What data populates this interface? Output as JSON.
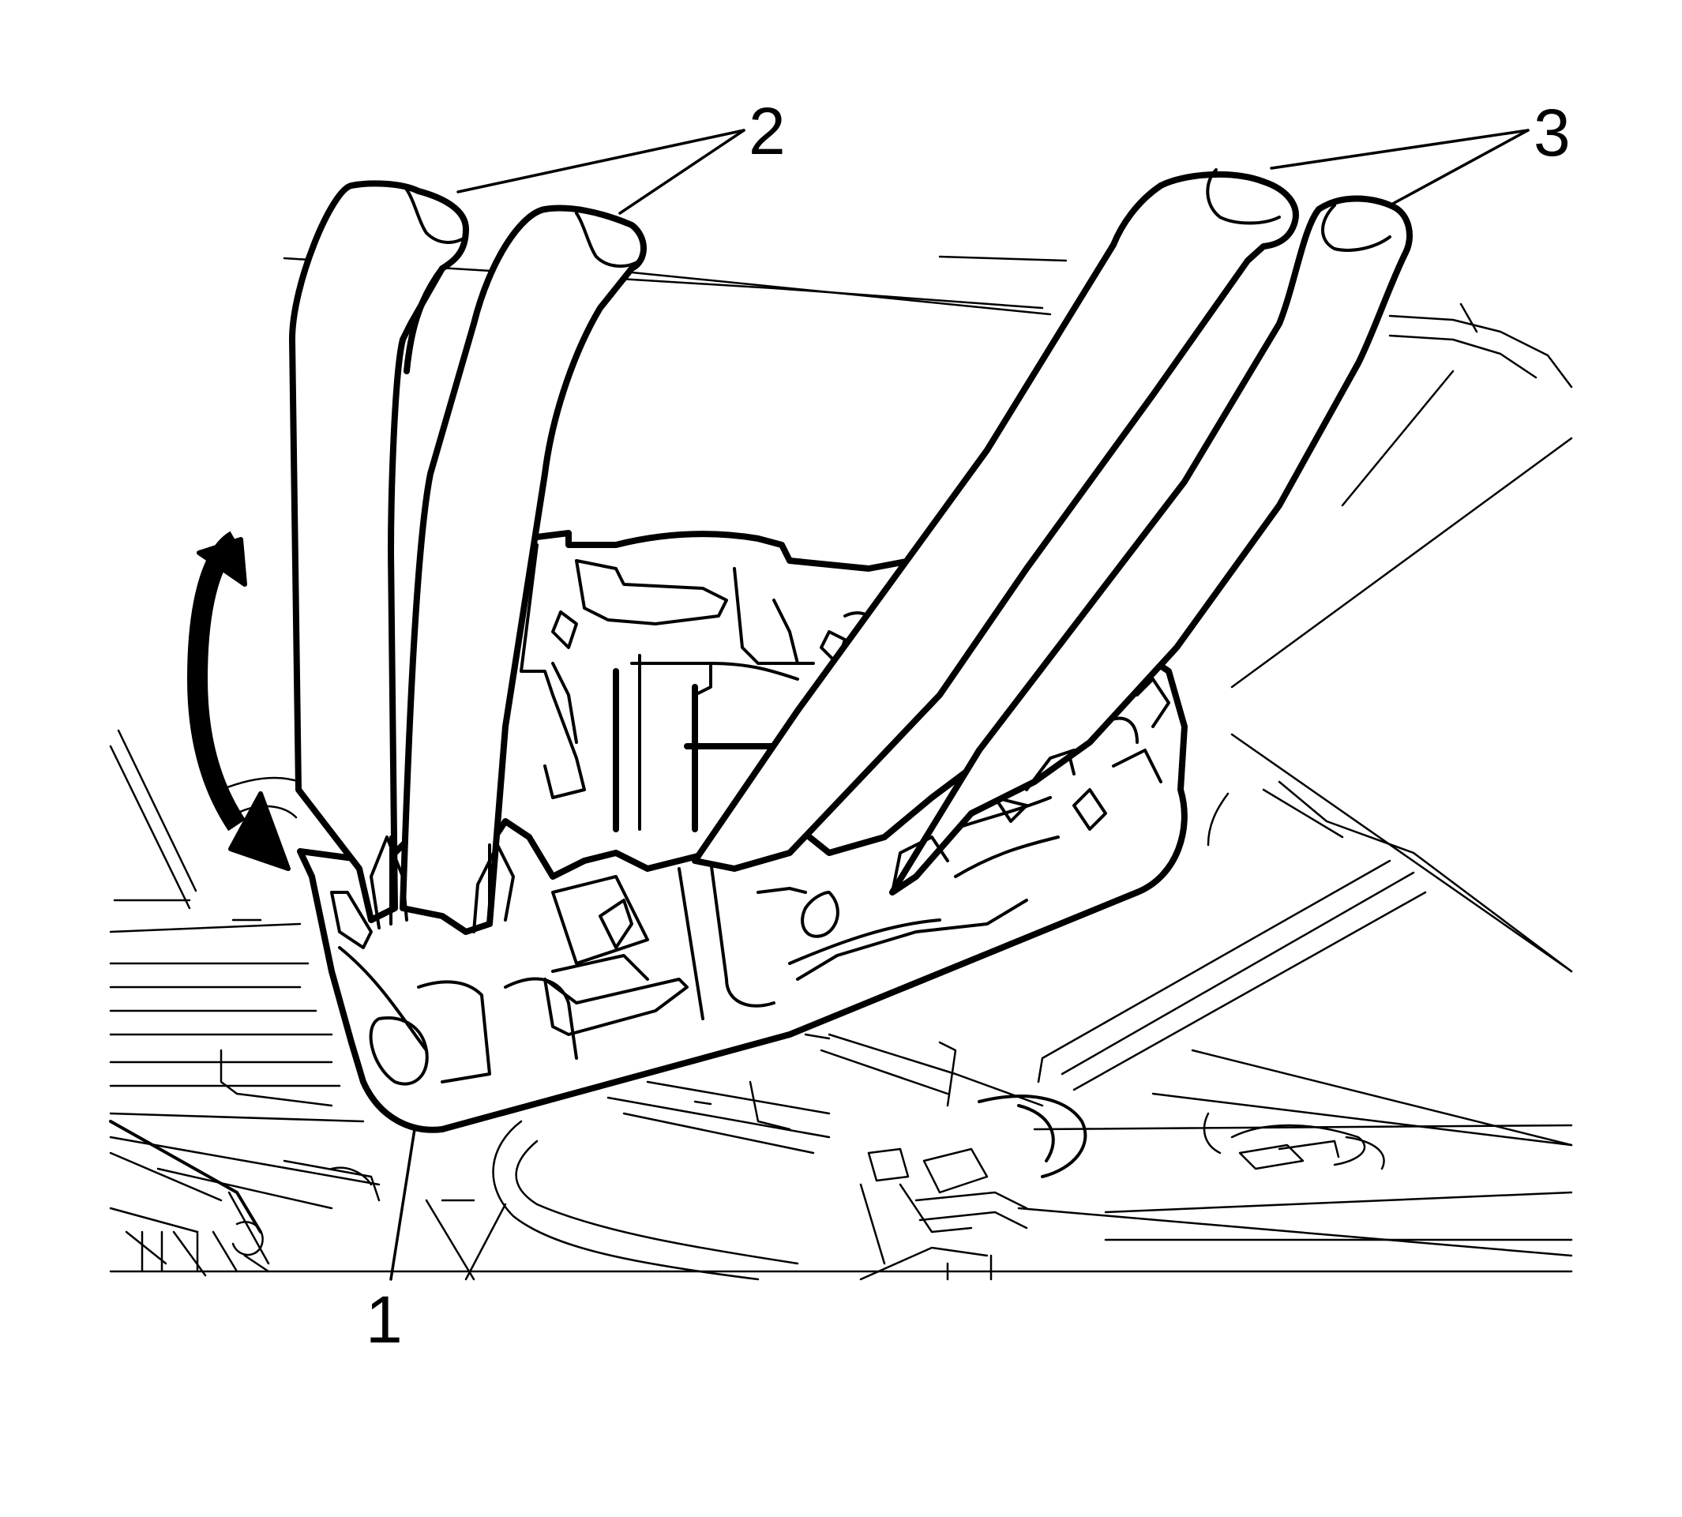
{
  "callouts": {
    "c1": "1",
    "c2": "2",
    "c3": "3"
  },
  "colors": {
    "stroke": "#000000",
    "background": "#ffffff"
  }
}
